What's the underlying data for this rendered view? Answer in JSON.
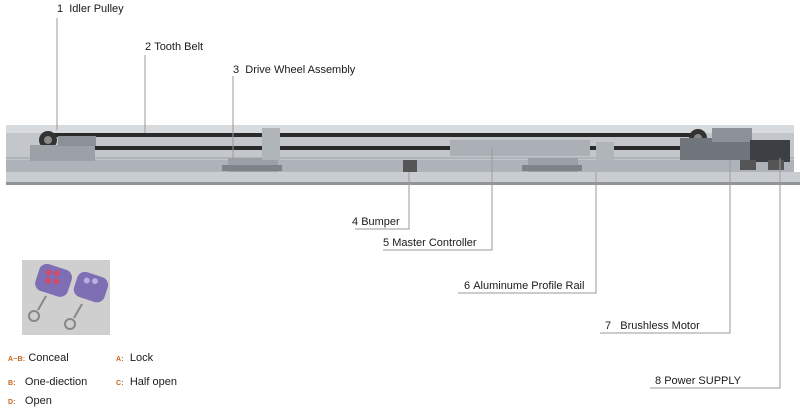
{
  "components": [
    {
      "num": "1",
      "label": "Idler Pulley"
    },
    {
      "num": "2",
      "label": "Tooth Belt"
    },
    {
      "num": "3",
      "label": "Drive Wheel Assembly"
    },
    {
      "num": "4",
      "label": "Bumper"
    },
    {
      "num": "5",
      "label": "Master Controller"
    },
    {
      "num": "6",
      "label": "Aluminume Profile Rail"
    },
    {
      "num": "7",
      "label": "Brushless Motor"
    },
    {
      "num": "8",
      "label": "Power SUPPLY"
    }
  ],
  "legend": [
    {
      "key": "A~B:",
      "label": "Conceal"
    },
    {
      "key": "A:",
      "label": "Lock"
    },
    {
      "key": "B:",
      "label": "One-diection"
    },
    {
      "key": "C:",
      "label": "Half open"
    },
    {
      "key": "D:",
      "label": "Open"
    }
  ],
  "colors": {
    "rail": "#b9bec4",
    "belt": "#2a2a2a",
    "leader": "#9a9a9a",
    "legend_key": "#c8641e",
    "remote_body": "#7e6fb5"
  }
}
